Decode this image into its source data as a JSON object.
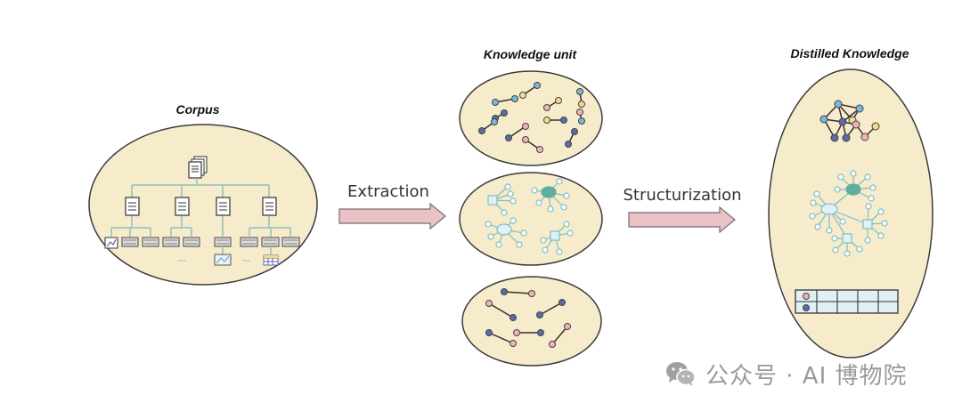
{
  "labels": {
    "corpus": "Corpus",
    "knowledge_unit": "Knowledge unit",
    "distilled_knowledge": "Distilled Knowledge",
    "extraction": "Extraction",
    "structurization": "Structurization"
  },
  "watermark": {
    "text": "公众号 · AI 博物院",
    "icon": "wechat-icon"
  },
  "colors": {
    "ellipse_fill": "#f6ebcb",
    "ellipse_stroke": "#3b3b3b",
    "arrow_fill": "#e9c2c6",
    "arrow_stroke": "#7d6a6c",
    "tree_line": "#8fc2bd",
    "node_blue": "#79b8dc",
    "node_navy": "#5d6aa5",
    "node_pink": "#efb3b7",
    "node_yellow": "#f2dc8c",
    "node_teal": "#5fae9e",
    "node_light": "#d6ecf5"
  }
}
